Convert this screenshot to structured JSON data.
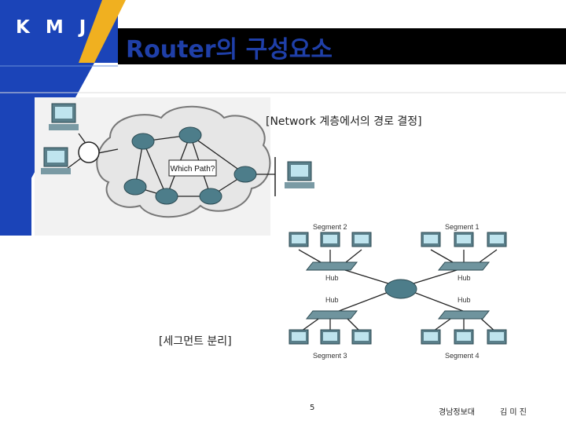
{
  "brand": "K M J",
  "title": "Router의 구성요소",
  "captions": {
    "network_path": "[Network 계층에서의 경로 결정]",
    "segment_separation": "[세그먼트 분리]"
  },
  "figure1": {
    "which_path_label": "Which Path?"
  },
  "figure2": {
    "segments": [
      "Segment 2",
      "Segment 1",
      "Segment 3",
      "Segment 4"
    ],
    "hub_label": "Hub"
  },
  "footer": {
    "page_number": "5",
    "school": "경남정보대",
    "author": "김 미 진"
  },
  "colors": {
    "header_bar": "#000000",
    "sidebar_blue": "#1b44b8",
    "title": "#1f3fa8"
  }
}
